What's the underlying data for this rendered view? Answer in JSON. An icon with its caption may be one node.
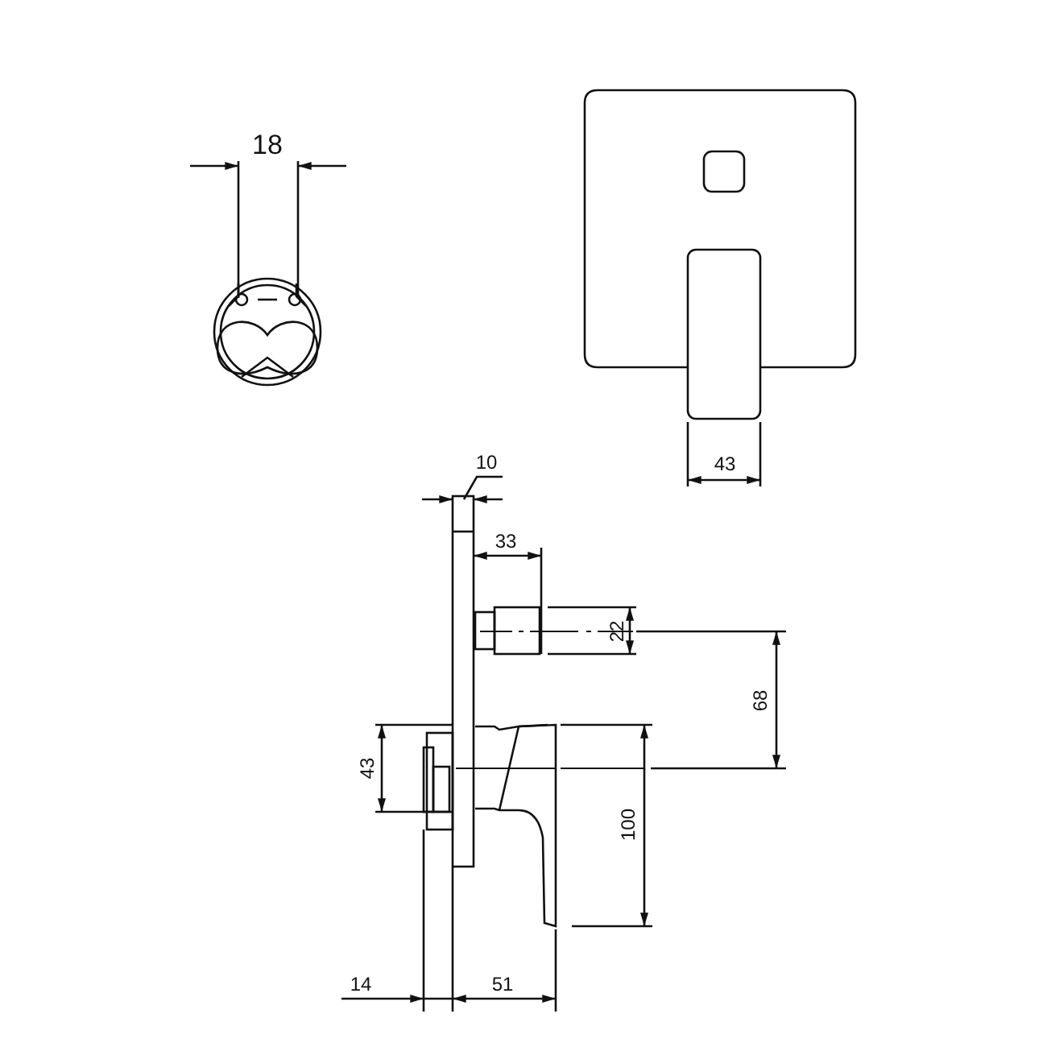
{
  "diagram": {
    "labels": [
      "18",
      "43",
      "10",
      "33",
      "22",
      "68",
      "43",
      "100",
      "14",
      "51"
    ]
  }
}
